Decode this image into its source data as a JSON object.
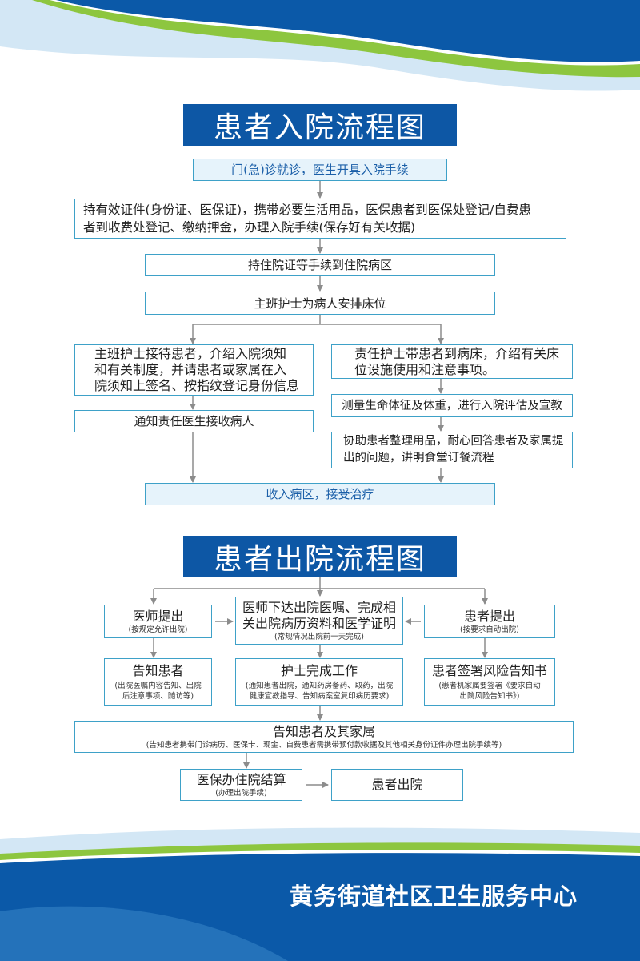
{
  "colors": {
    "title_bg": "#0d57a5",
    "box_border": "#3ea1c8",
    "highlight_fill": "#e6f3fb",
    "highlight_text": "#1b5fa8",
    "arrow": "#8c8c8c",
    "wave_dark": "#0b59a8",
    "wave_green": "#8dc63f",
    "wave_light": "#d3e7f5"
  },
  "admission": {
    "title": "患者入院流程图",
    "visit": "门(急)诊就诊，医生开具入院手续",
    "register": [
      "持有效证件(身份证、医保证)，携带必要生活用品，医保患者到医保处登记/自费患",
      "者到收费处登记、缴纳押金，办理入院手续(保存好有关收据)"
    ],
    "to_ward": "持住院证等手续到住院病区",
    "assign_bed": "主班护士为病人安排床位",
    "head_nurse": [
      "主班护士接待患者，介绍入院须知",
      "和有关制度，并请患者或家属在入",
      "院须知上签名、按指纹登记身份信息"
    ],
    "notify_doctor": "通知责任医生接收病人",
    "resp_nurse": [
      "责任护士带患者到病床，介绍有关床",
      "位设施使用和注意事项。"
    ],
    "vitals": "测量生命体征及体重，进行入院评估及宣教",
    "assist": [
      "协助患者整理用品，耐心回答患者及家属提",
      "出的问题，讲明食堂订餐流程"
    ],
    "admit": "收入病区，接受治疗"
  },
  "discharge": {
    "title": "患者出院流程图",
    "doctor_proposes": {
      "label": "医师提出",
      "note": "(按规定允许出院)"
    },
    "order": {
      "lines": [
        "医师下达出院医嘱、完成相",
        "关出院病历资料和医学证明"
      ],
      "note": "(常规情况出院前一天完成)"
    },
    "patient_proposes": {
      "label": "患者提出",
      "note": "(按要求自动出院)"
    },
    "inform_patient": {
      "label": "告知患者",
      "notes": [
        "(出院医嘱内容告知、出院",
        "后注意事项、随访等)"
      ]
    },
    "nurse_work": {
      "label": "护士完成工作",
      "notes": [
        "(通知患者出院，通知药房备药、取药，出院",
        "健康宣教指导、告知病案室复印病历要求)"
      ]
    },
    "risk_form": {
      "label": "患者签署风险告知书",
      "notes": [
        "(患者机家属要签署《要求自动",
        "出院风险告知书》)"
      ]
    },
    "inform_family": {
      "label": "告知患者及其家属",
      "note": "(告知患者携带门诊病历、医保卡、现金、自费患者需携带预付款收据及其他相关身份证件办理出院手续等)"
    },
    "settlement": {
      "label": "医保办住院结算",
      "note": "(办理出院手续)"
    },
    "discharged": "患者出院"
  },
  "footer": {
    "org_name": "黄务街道社区卫生服务中心"
  }
}
